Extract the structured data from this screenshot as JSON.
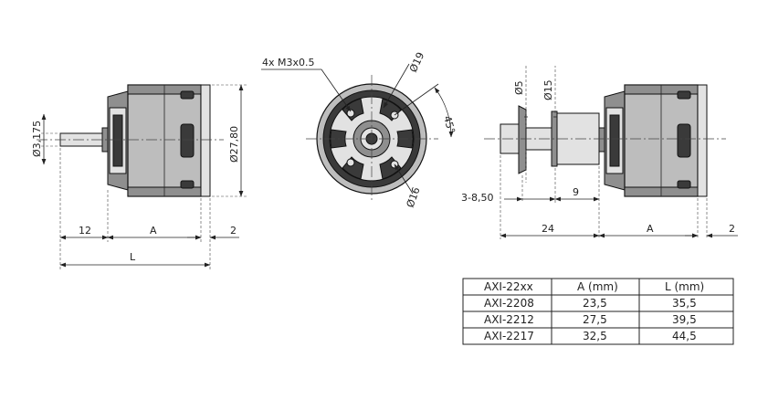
{
  "drawing": {
    "side_view": {
      "shaft_diameter": "Ø3,175",
      "body_diameter": "Ø27,80",
      "dim_shaft_length": "12",
      "dim_a": "A",
      "dim_end": "2",
      "dim_total": "L"
    },
    "front_view": {
      "thread_callout": "4x M3x0.5",
      "diam_19": "Ø19",
      "angle_45": "45°",
      "diam_16": "Ø16"
    },
    "mount_view": {
      "diam_5": "Ø5",
      "diam_15": "Ø15",
      "range": "3-8,50",
      "dim_9": "9",
      "dim_24": "24",
      "dim_a": "A",
      "dim_end": "2"
    }
  },
  "table": {
    "headers": [
      "AXI-22xx",
      "A (mm)",
      "L (mm)"
    ],
    "rows": [
      [
        "AXI-2208",
        "23,5",
        "35,5"
      ],
      [
        "AXI-2212",
        "27,5",
        "39,5"
      ],
      [
        "AXI-2217",
        "32,5",
        "44,5"
      ]
    ]
  }
}
